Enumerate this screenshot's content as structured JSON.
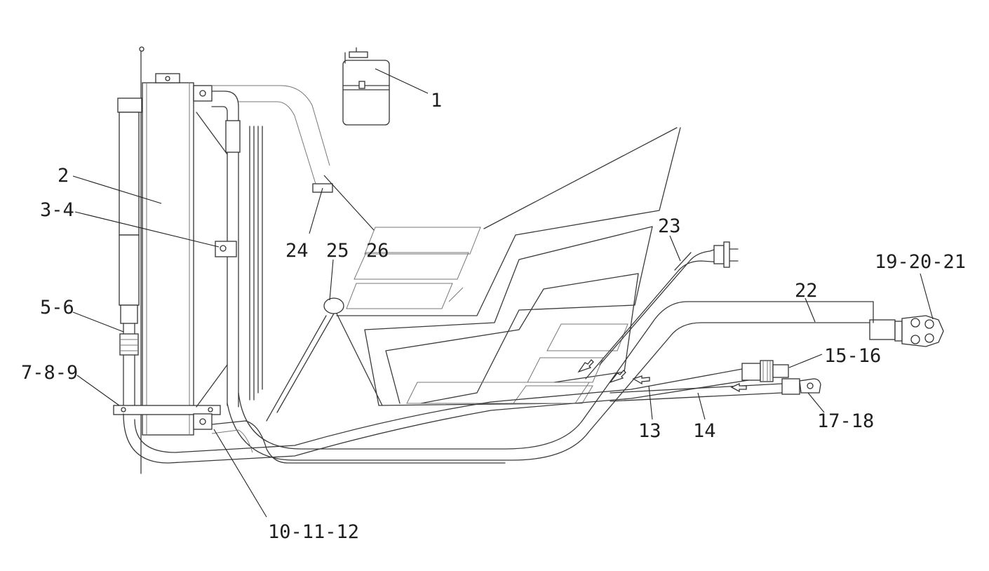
{
  "labels": {
    "p1": "1",
    "p2": "2",
    "p3_4": "3-4",
    "p5_6": "5-6",
    "p7_8_9": "7-8-9",
    "p10_11_12": "10-11-12",
    "p13": "13",
    "p14": "14",
    "p15_16": "15-16",
    "p17_18": "17-18",
    "p19_20_21": "19-20-21",
    "p22": "22",
    "p23": "23",
    "p24": "24",
    "p25": "25",
    "p26": "26"
  }
}
